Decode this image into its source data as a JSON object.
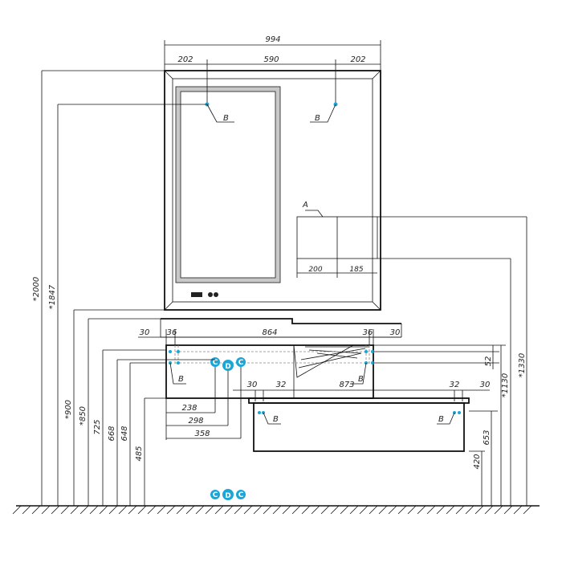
{
  "drawing": {
    "dimensions": {
      "mirror_width": "994",
      "left_margin": "202",
      "center_span": "590",
      "right_margin": "202",
      "total_height": "*2000",
      "mirror_top_height": "*1847",
      "cabinet_a_left": "200",
      "cabinet_a_right": "185",
      "cabinet_a_height": "*1330",
      "upper_unit_height": "*1130",
      "counter_height": "*900",
      "shelf_height": "*850",
      "upper_bottom_725": "725",
      "upper_bottom_668": "668",
      "upper_bottom_648": "648",
      "lower_485": "485",
      "upper_left_30": "30",
      "upper_left_36": "36",
      "upper_width": "864",
      "upper_right_36": "36",
      "upper_right_30": "30",
      "upper_52": "52",
      "lower_left_30": "30",
      "lower_left_32": "32",
      "lower_width": "873",
      "lower_right_32": "32",
      "lower_right_30": "30",
      "lower_653": "653",
      "lower_420": "420",
      "offset_238": "238",
      "offset_298": "298",
      "offset_358": "358"
    },
    "labels": {
      "a": "A",
      "b": "B",
      "c": "C",
      "d": "D"
    },
    "colors": {
      "marker": "#1aa6d6",
      "line": "#111111",
      "led": "#c8c8c8"
    }
  }
}
